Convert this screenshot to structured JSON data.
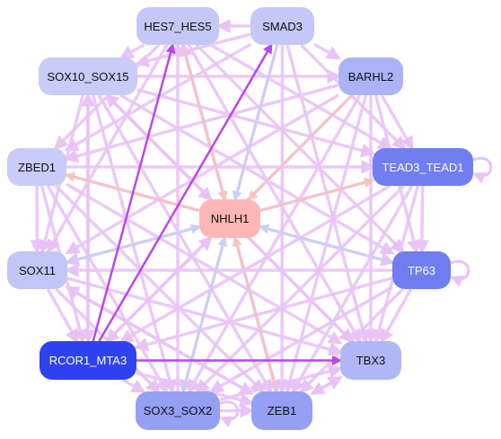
{
  "colors": {
    "edge_default": "#e9c3f7",
    "edge_strong": "#bd45ee",
    "edge_blue": "#c7d1f4",
    "edge_peach": "#f8c3bd",
    "center_node": "#ffb6b6"
  },
  "nodes": [
    {
      "id": "HES7_HES5",
      "label": "HES7_HES5",
      "color": "#c4c8f6",
      "dark": false
    },
    {
      "id": "SMAD3",
      "label": "SMAD3",
      "color": "#c4c8f6",
      "dark": false
    },
    {
      "id": "SOX10_SOX15",
      "label": "SOX10_SOX15",
      "color": "#c8ccf7",
      "dark": false
    },
    {
      "id": "BARHL2",
      "label": "BARHL2",
      "color": "#abb2f6",
      "dark": false
    },
    {
      "id": "ZBED1",
      "label": "ZBED1",
      "color": "#c8ccf7",
      "dark": false
    },
    {
      "id": "TEAD3_TEAD1",
      "label": "TEAD3_TEAD1",
      "color": "#707ef1",
      "dark": true
    },
    {
      "id": "NHLH1",
      "label": "NHLH1",
      "color": "#ffb6b6",
      "dark": false
    },
    {
      "id": "SOX11",
      "label": "SOX11",
      "color": "#c0c6f6",
      "dark": false
    },
    {
      "id": "TP63",
      "label": "TP63",
      "color": "#6f7df0",
      "dark": true
    },
    {
      "id": "RCOR1_MTA3",
      "label": "RCOR1_MTA3",
      "color": "#2f42ef",
      "dark": true
    },
    {
      "id": "TBX3",
      "label": "TBX3",
      "color": "#b0b7f6",
      "dark": false
    },
    {
      "id": "SOX3_SOX2",
      "label": "SOX3_SOX2",
      "color": "#959ff4",
      "dark": false
    },
    {
      "id": "ZEB1",
      "label": "ZEB1",
      "color": "#959ff4",
      "dark": false
    }
  ],
  "edges": [
    {
      "from": "SMAD3",
      "to": "NHLH1",
      "style": "blue"
    },
    {
      "from": "HES7_HES5",
      "to": "NHLH1",
      "style": "peach"
    },
    {
      "from": "TP63",
      "to": "NHLH1",
      "style": "blue"
    },
    {
      "from": "SOX11",
      "to": "NHLH1",
      "style": "blue"
    },
    {
      "from": "NHLH1",
      "to": "ZBED1",
      "style": "peach"
    },
    {
      "from": "NHLH1",
      "to": "TEAD3_TEAD1",
      "style": "peach"
    },
    {
      "from": "BARHL2",
      "to": "NHLH1",
      "style": "peach"
    },
    {
      "from": "SOX3_SOX2",
      "to": "NHLH1",
      "style": "blue"
    },
    {
      "from": "ZEB1",
      "to": "NHLH1",
      "style": "peach"
    },
    {
      "from": "RCOR1_MTA3",
      "to": "NHLH1",
      "style": "default"
    },
    {
      "from": "SOX10_SOX15",
      "to": "NHLH1",
      "style": "default"
    },
    {
      "from": "RCOR1_MTA3",
      "to": "SMAD3",
      "style": "strong"
    },
    {
      "from": "RCOR1_MTA3",
      "to": "HES7_HES5",
      "style": "strong"
    },
    {
      "from": "RCOR1_MTA3",
      "to": "TBX3",
      "style": "strong"
    },
    {
      "from": "SMAD3",
      "to": "HES7_HES5",
      "style": "default"
    },
    {
      "from": "SMAD3",
      "to": "SOX10_SOX15",
      "style": "default"
    },
    {
      "from": "SMAD3",
      "to": "BARHL2",
      "style": "default"
    },
    {
      "from": "SMAD3",
      "to": "ZBED1",
      "style": "default"
    },
    {
      "from": "SMAD3",
      "to": "TEAD3_TEAD1",
      "style": "default"
    },
    {
      "from": "SMAD3",
      "to": "TBX3",
      "style": "default"
    },
    {
      "from": "SMAD3",
      "to": "ZEB1",
      "style": "default"
    },
    {
      "from": "SMAD3",
      "to": "SOX3_SOX2",
      "style": "default"
    },
    {
      "from": "HES7_HES5",
      "to": "SOX10_SOX15",
      "style": "default"
    },
    {
      "from": "HES7_HES5",
      "to": "ZBED1",
      "style": "default"
    },
    {
      "from": "HES7_HES5",
      "to": "TEAD3_TEAD1",
      "style": "default"
    },
    {
      "from": "HES7_HES5",
      "to": "TP63",
      "style": "default"
    },
    {
      "from": "HES7_HES5",
      "to": "TBX3",
      "style": "default"
    },
    {
      "from": "HES7_HES5",
      "to": "ZEB1",
      "style": "default"
    },
    {
      "from": "HES7_HES5",
      "to": "SOX11",
      "style": "default"
    },
    {
      "from": "SOX10_SOX15",
      "to": "BARHL2",
      "style": "default"
    },
    {
      "from": "SOX10_SOX15",
      "to": "TEAD3_TEAD1",
      "style": "default"
    },
    {
      "from": "SOX10_SOX15",
      "to": "TP63",
      "style": "default"
    },
    {
      "from": "SOX10_SOX15",
      "to": "TBX3",
      "style": "default"
    },
    {
      "from": "SOX10_SOX15",
      "to": "ZEB1",
      "style": "default"
    },
    {
      "from": "SOX10_SOX15",
      "to": "SOX3_SOX2",
      "style": "default"
    },
    {
      "from": "SOX10_SOX15",
      "to": "RCOR1_MTA3",
      "style": "default"
    },
    {
      "from": "SOX10_SOX15",
      "to": "SOX11",
      "style": "default"
    },
    {
      "from": "BARHL2",
      "to": "ZBED1",
      "style": "default"
    },
    {
      "from": "BARHL2",
      "to": "TEAD3_TEAD1",
      "style": "default"
    },
    {
      "from": "BARHL2",
      "to": "TP63",
      "style": "default"
    },
    {
      "from": "BARHL2",
      "to": "SOX11",
      "style": "default"
    },
    {
      "from": "BARHL2",
      "to": "RCOR1_MTA3",
      "style": "default"
    },
    {
      "from": "BARHL2",
      "to": "SOX3_SOX2",
      "style": "default"
    },
    {
      "from": "BARHL2",
      "to": "ZEB1",
      "style": "default"
    },
    {
      "from": "BARHL2",
      "to": "TBX3",
      "style": "default"
    },
    {
      "from": "ZBED1",
      "to": "TEAD3_TEAD1",
      "style": "default"
    },
    {
      "from": "ZBED1",
      "to": "TP63",
      "style": "default"
    },
    {
      "from": "ZBED1",
      "to": "TBX3",
      "style": "default"
    },
    {
      "from": "ZBED1",
      "to": "ZEB1",
      "style": "default"
    },
    {
      "from": "ZBED1",
      "to": "SOX3_SOX2",
      "style": "default"
    },
    {
      "from": "ZBED1",
      "to": "RCOR1_MTA3",
      "style": "default"
    },
    {
      "from": "ZBED1",
      "to": "SOX11",
      "style": "default"
    },
    {
      "from": "TEAD3_TEAD1",
      "to": "TP63",
      "style": "default"
    },
    {
      "from": "TEAD3_TEAD1",
      "to": "SOX11",
      "style": "default"
    },
    {
      "from": "TEAD3_TEAD1",
      "to": "RCOR1_MTA3",
      "style": "default"
    },
    {
      "from": "TEAD3_TEAD1",
      "to": "SOX3_SOX2",
      "style": "default"
    },
    {
      "from": "TEAD3_TEAD1",
      "to": "ZEB1",
      "style": "default"
    },
    {
      "from": "TEAD3_TEAD1",
      "to": "TBX3",
      "style": "default"
    },
    {
      "from": "TP63",
      "to": "SOX11",
      "style": "default"
    },
    {
      "from": "TP63",
      "to": "RCOR1_MTA3",
      "style": "default"
    },
    {
      "from": "TP63",
      "to": "SOX3_SOX2",
      "style": "default"
    },
    {
      "from": "TP63",
      "to": "ZEB1",
      "style": "default"
    },
    {
      "from": "TP63",
      "to": "TBX3",
      "style": "default"
    },
    {
      "from": "SOX11",
      "to": "RCOR1_MTA3",
      "style": "default"
    },
    {
      "from": "SOX11",
      "to": "SOX3_SOX2",
      "style": "default"
    },
    {
      "from": "SOX11",
      "to": "ZEB1",
      "style": "default"
    },
    {
      "from": "SOX11",
      "to": "TBX3",
      "style": "default"
    },
    {
      "from": "RCOR1_MTA3",
      "to": "SOX3_SOX2",
      "style": "default"
    },
    {
      "from": "RCOR1_MTA3",
      "to": "ZEB1",
      "style": "default"
    },
    {
      "from": "RCOR1_MTA3",
      "to": "SOX10_SOX15",
      "style": "default"
    },
    {
      "from": "SOX3_SOX2",
      "to": "ZEB1",
      "style": "default"
    },
    {
      "from": "SOX3_SOX2",
      "to": "TBX3",
      "style": "default"
    },
    {
      "from": "ZEB1",
      "to": "TBX3",
      "style": "default"
    },
    {
      "from": "ZEB1",
      "to": "SOX11",
      "style": "default"
    },
    {
      "from": "TBX3",
      "to": "ZEB1",
      "style": "default"
    },
    {
      "from": "ZEB1",
      "to": "HES7_HES5",
      "style": "default"
    },
    {
      "from": "SOX3_SOX2",
      "to": "HES7_HES5",
      "style": "default"
    },
    {
      "from": "TBX3",
      "to": "SOX10_SOX15",
      "style": "default"
    }
  ],
  "self_loops": [
    {
      "node": "TEAD3_TEAD1",
      "side": "right"
    },
    {
      "node": "TP63",
      "side": "right"
    },
    {
      "node": "SOX3_SOX2",
      "side": "right"
    }
  ]
}
